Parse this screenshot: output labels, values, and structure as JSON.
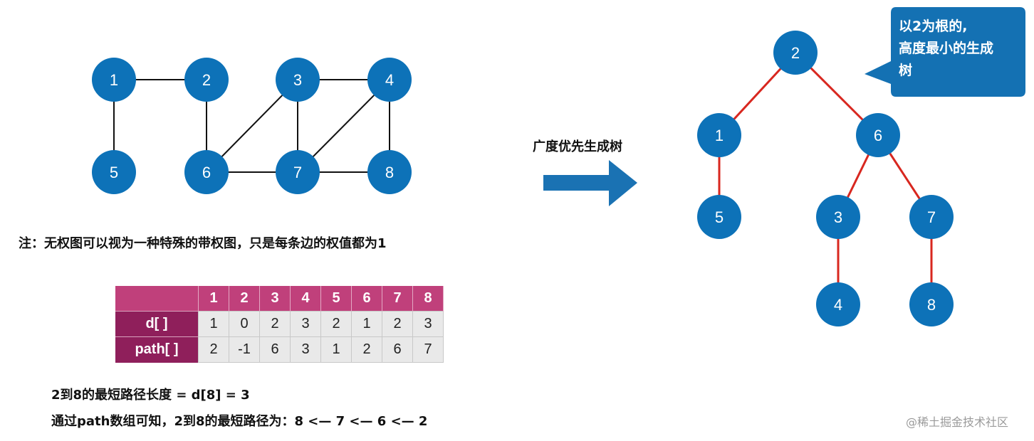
{
  "graph": {
    "nodes": [
      "1",
      "2",
      "3",
      "4",
      "5",
      "6",
      "7",
      "8"
    ],
    "edges": [
      [
        "1",
        "2"
      ],
      [
        "1",
        "5"
      ],
      [
        "2",
        "6"
      ],
      [
        "3",
        "4"
      ],
      [
        "3",
        "6"
      ],
      [
        "3",
        "7"
      ],
      [
        "4",
        "7"
      ],
      [
        "4",
        "8"
      ],
      [
        "6",
        "7"
      ],
      [
        "7",
        "8"
      ]
    ]
  },
  "arrow_label": "广度优先生成树",
  "tree": {
    "nodes": [
      "2",
      "1",
      "6",
      "5",
      "3",
      "7",
      "4",
      "8"
    ],
    "edges": [
      [
        "2",
        "1"
      ],
      [
        "2",
        "6"
      ],
      [
        "1",
        "5"
      ],
      [
        "6",
        "3"
      ],
      [
        "6",
        "7"
      ],
      [
        "3",
        "4"
      ],
      [
        "7",
        "8"
      ]
    ]
  },
  "callout": "以2为根的,\n高度最小的生成\n树",
  "note": "注：无权图可以视为一种特殊的带权图，只是每条边的权值都为1",
  "table": {
    "headers": [
      "1",
      "2",
      "3",
      "4",
      "5",
      "6",
      "7",
      "8"
    ],
    "rows": [
      {
        "label": "d[ ]",
        "values": [
          "1",
          "0",
          "2",
          "3",
          "2",
          "1",
          "2",
          "3"
        ]
      },
      {
        "label": "path[ ]",
        "values": [
          "2",
          "-1",
          "6",
          "3",
          "1",
          "2",
          "6",
          "7"
        ]
      }
    ]
  },
  "result_length": "2到8的最短路径长度 = d[8] = 3",
  "result_path": "通过path数组可知，2到8的最短路径为：8  <—  7  <— 6  <—  2",
  "watermark": "@稀土掘金技术社区",
  "colors": {
    "node": "#0d72b8",
    "tree_edge": "#d8271f",
    "graph_edge": "#111111",
    "arrow": "#1a72b3",
    "table_header": "#c0407b",
    "table_rowhead": "#8f1f5b"
  }
}
